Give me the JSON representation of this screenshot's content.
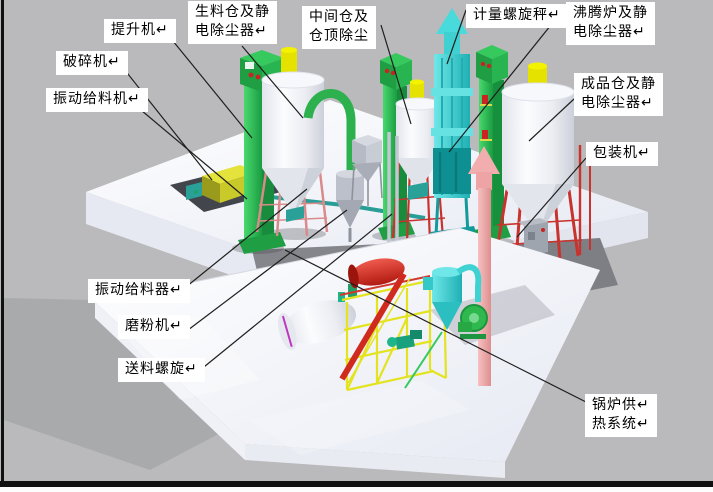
{
  "diagram": {
    "type": "3d-plant-process-flow",
    "labels": [
      {
        "id": "hoist",
        "text": "提升机↵"
      },
      {
        "id": "crusher",
        "text": "破碎机↵"
      },
      {
        "id": "vibrating-feeder-machine",
        "text": "振动给料机↵"
      },
      {
        "id": "raw-silo-esp",
        "text": "生料仓及静\n电除尘器↵"
      },
      {
        "id": "intermediate-silo",
        "text": "中间仓及\n仓顶除尘"
      },
      {
        "id": "metering-screw-scale",
        "text": "计量螺旋秤↵"
      },
      {
        "id": "fluidized-furnace-esp",
        "text": "沸腾炉及静\n电除尘器↵"
      },
      {
        "id": "product-silo-esp",
        "text": "成品仓及静\n电除尘器↵"
      },
      {
        "id": "packing-machine",
        "text": "包装机↵"
      },
      {
        "id": "vibrating-feeder",
        "text": "振动给料器↵"
      },
      {
        "id": "grinding-mill",
        "text": "磨粉机↵"
      },
      {
        "id": "feed-screw",
        "text": "送料螺旋↵"
      },
      {
        "id": "boiler-heating-system",
        "text": "锅炉供↵\n热系统↵"
      }
    ],
    "palette": {
      "background": "#bababc",
      "platform": "#f1f3f9",
      "elevator_green": "#2ab350",
      "silo_white": "#f2f3f7",
      "frame_red": "#c8332e",
      "tower_cyan": "#3fd0d2",
      "chimney_pink": "#eea4a4",
      "cap_yellow": "#e8e400",
      "lattice_yellow": "#e3e320",
      "leader_line": "#1f1f1f",
      "label_bg": "#ffffff"
    }
  }
}
